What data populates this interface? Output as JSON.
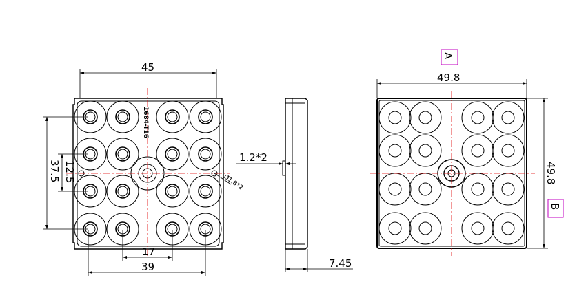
{
  "colors": {
    "line": "#000000",
    "centerline": "#e00000",
    "datum_box": "#c000c0",
    "background": "#ffffff"
  },
  "front_view": {
    "dim_width": "45",
    "dim_height": "37.5",
    "dim_pitch_vertical": "12.5",
    "dim_pitch_horizontal": "17",
    "dim_hole_span": "39",
    "hole_callout": "Ø1.8*2",
    "part_marking": "1684-T16"
  },
  "side_view": {
    "dim_step": "1.2*2",
    "dim_thickness": "7.45"
  },
  "back_view": {
    "datum_a": "A",
    "datum_b": "B",
    "dim_width": "49.8",
    "dim_height": "49.8"
  }
}
